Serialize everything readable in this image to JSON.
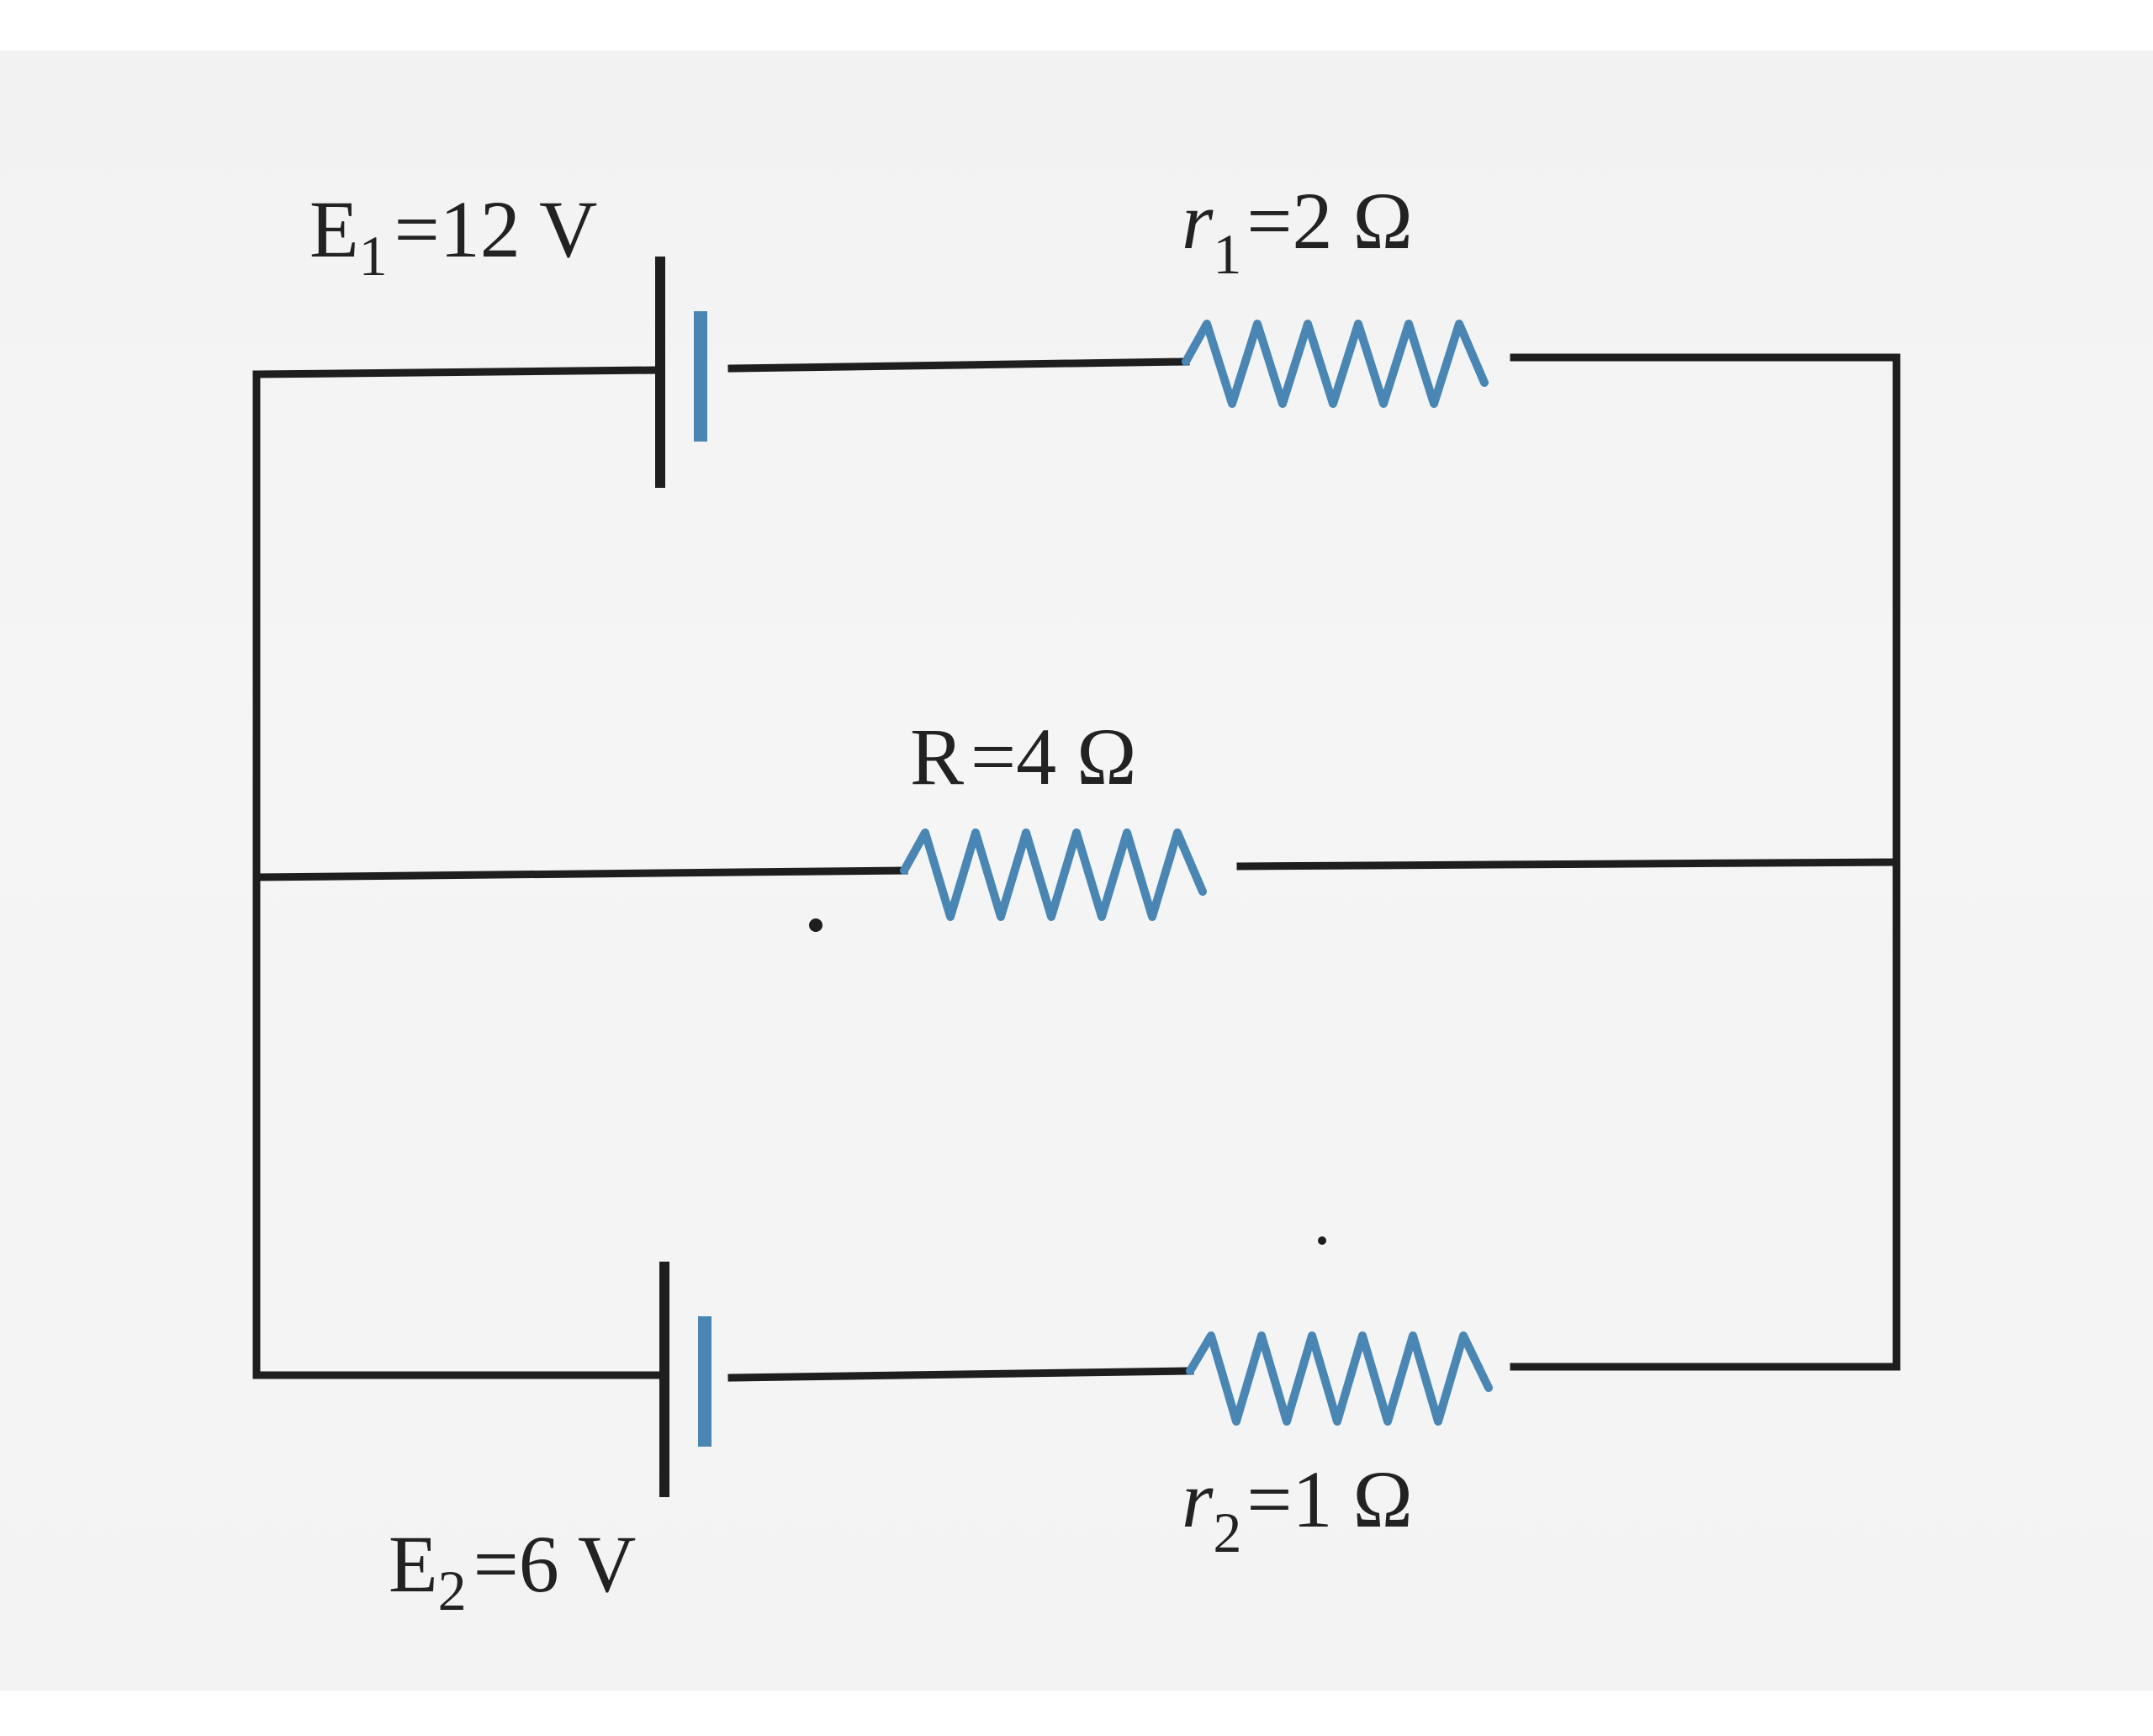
{
  "circuit": {
    "e1": {
      "symbol": "E",
      "subscript": "1",
      "value": "=12 V"
    },
    "r1": {
      "symbol": "r",
      "subscript": "1",
      "value": "=2 Ω"
    },
    "r": {
      "symbol": "R",
      "value": "=4 Ω"
    },
    "e2": {
      "symbol": "E",
      "subscript": "2",
      "value": "=6 V"
    },
    "r2": {
      "symbol": "r",
      "subscript": "2",
      "value": "=1 Ω"
    }
  },
  "colors": {
    "wire": "#1e1e1e",
    "component": "#4a86b4"
  }
}
